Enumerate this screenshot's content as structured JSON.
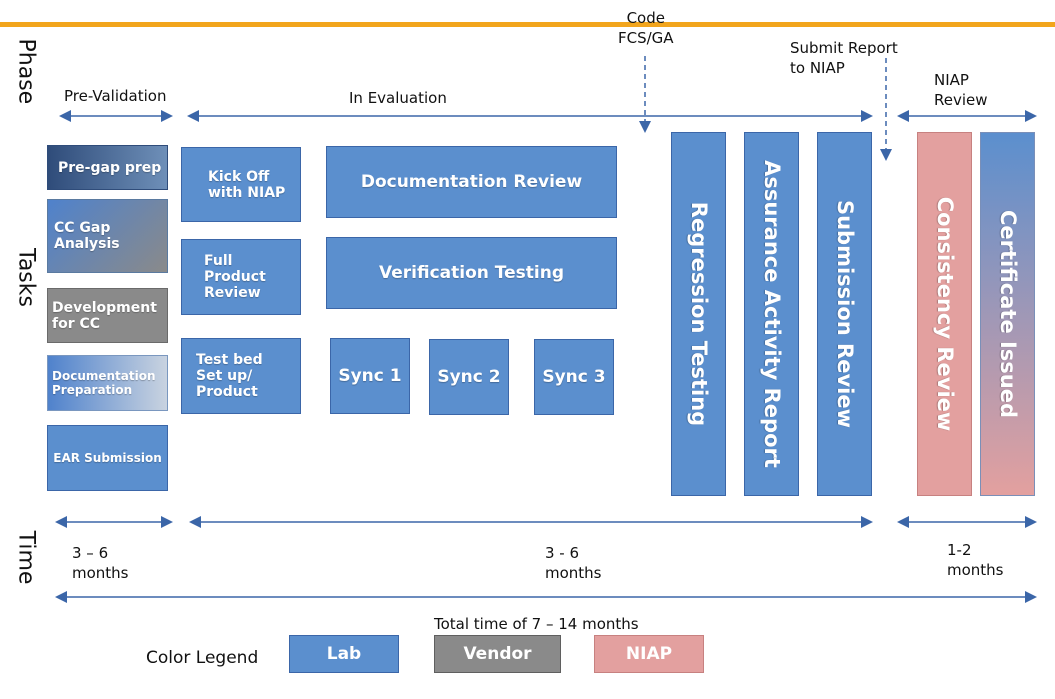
{
  "rows": {
    "phase": "Phase",
    "tasks": "Tasks",
    "time": "Time"
  },
  "phases": {
    "pre_validation": "Pre-Validation",
    "in_evaluation": "In Evaluation",
    "niap_review": "NIAP\nReview"
  },
  "milestones": {
    "code_fcs": "Code\nFCS/GA",
    "submit_report": "Submit Report\nto NIAP"
  },
  "tasks": {
    "pre_gap": "Pre-gap prep",
    "cc_gap": "CC Gap\nAnalysis",
    "development": "Development\nfor CC",
    "doc_prep": "Documentation\nPreparation",
    "ear": "EAR Submission",
    "kickoff": "Kick Off\nwith NIAP",
    "full_product": "Full\nProduct\nReview",
    "testbed": "Test bed\nSet up/\nProduct",
    "doc_review": "Documentation Review",
    "verification": "Verification Testing",
    "sync1": "Sync 1",
    "sync2": "Sync 2",
    "sync3": "Sync 3",
    "regression": "Regression Testing",
    "aar": "Assurance Activity Report",
    "submission_review": "Submission Review",
    "consistency": "Consistency Review",
    "certificate": "Certificate Issued"
  },
  "time": {
    "pre": "3 – 6\nmonths",
    "eval": "3 - 6\nmonths",
    "niap": "1-2\nmonths",
    "total": "Total time of 7 – 14 months"
  },
  "legend": {
    "title": "Color Legend",
    "lab": "Lab",
    "vendor": "Vendor",
    "niap": "NIAP"
  },
  "colors": {
    "lab": "#5b8fce",
    "vendor": "#8a8a8a",
    "niap": "#e3a09f",
    "accent_line": "#f2a51c",
    "arrow": "#3b66a8"
  }
}
